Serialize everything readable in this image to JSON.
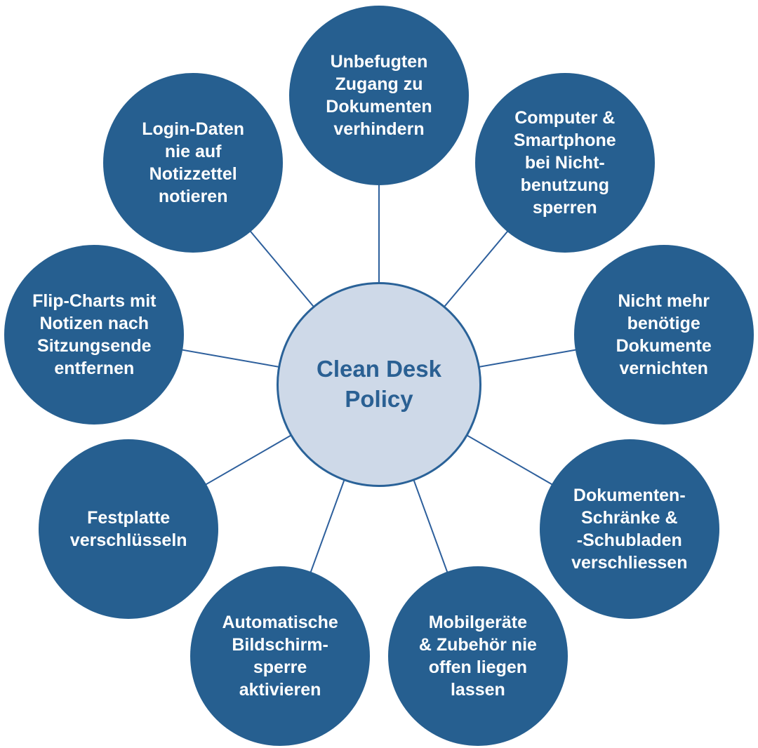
{
  "diagram": {
    "title": "Clean Desk Policy",
    "hub": {
      "label": "Clean Desk\nPolicy"
    },
    "nodes": [
      {
        "id": "prevent-unauthorized-document-access",
        "label": "Unbefugten\nZugang zu\nDokumenten\nverhindern"
      },
      {
        "id": "lock-computer-and-smartphone",
        "label": "Computer &\nSmartphone\nbei Nicht-\nbenutzung\nsperren"
      },
      {
        "id": "destroy-unneeded-documents",
        "label": "Nicht mehr\nbenötige\nDokumente\nvernichten"
      },
      {
        "id": "lock-document-cabinets-and-drawers",
        "label": "Dokumenten-\nSchränke &\n-Schubladen\nverschliessen"
      },
      {
        "id": "never-leave-mobile-devices-in-open",
        "label": "Mobilgeräte\n& Zubehör nie\noffen liegen\nlassen"
      },
      {
        "id": "enable-automatic-screen-lock",
        "label": "Automatische\nBildschirm-\nsperre\naktivieren"
      },
      {
        "id": "encrypt-hard-drive",
        "label": "Festplatte\nverschlüsseln"
      },
      {
        "id": "remove-flip-charts-after-meetings",
        "label": "Flip-Charts mit\nNotizen nach\nSitzungsende\nentfernen"
      },
      {
        "id": "never-write-login-data-on-notes",
        "label": "Login-Daten\nnie auf\nNotizzettel\nnotieren"
      }
    ]
  },
  "colors": {
    "node_fill": "#265f90",
    "node_text": "#ffffff",
    "hub_fill": "#ced9e8",
    "hub_border": "#2a6298",
    "hub_text": "#2a6093",
    "connector": "#2d5f9c",
    "background": "#ffffff"
  }
}
